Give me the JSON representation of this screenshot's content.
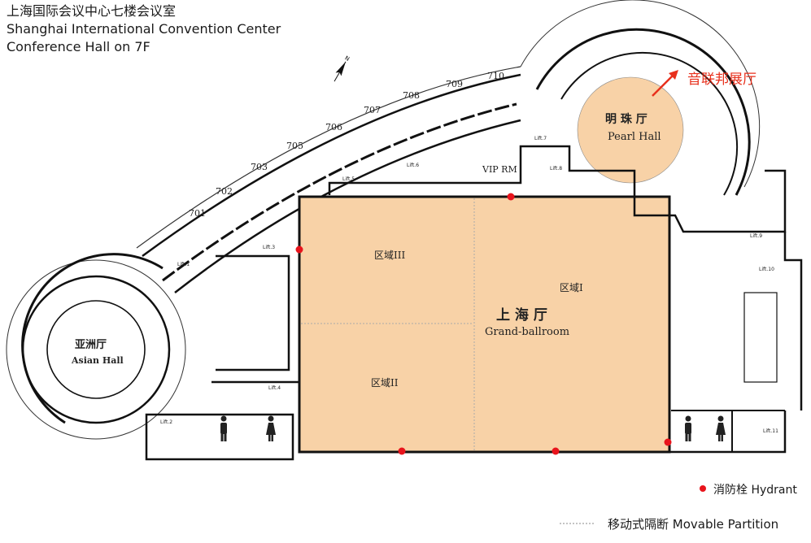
{
  "title": {
    "line1": "上海国际会议中心七楼会议室",
    "line2": "Shanghai International Convention Center",
    "line3": "Conference Hall on 7F"
  },
  "north": "N",
  "rooms": {
    "r701": "701",
    "r702": "702",
    "r703": "703",
    "r705": "705",
    "r706": "706",
    "r707": "707",
    "r708": "708",
    "r709": "709",
    "r710": "710",
    "vip": "VIP RM",
    "asian_cn": "亚洲厅",
    "asian_en": "Asian  Hall",
    "pearl_cn": "明 珠 厅",
    "pearl_en": "Pearl Hall",
    "grand_cn": "上 海 厅",
    "grand_en": "Grand-ballroom",
    "zone1": "区域I",
    "zone2": "区域II",
    "zone3": "区域III"
  },
  "lifts": {
    "lift1": "Lift.1",
    "lift2": "Lift.2",
    "lift3": "Lift.3",
    "lift4": "Lift.4",
    "lift5": "Lift.5",
    "lift6": "Lift.6",
    "lift7": "Lift.7",
    "lift8": "Lift.8",
    "lift9": "Lift.9",
    "lift10": "Lift.10",
    "lift11": "Lift.11"
  },
  "annotation": {
    "text": "音联邦展厅",
    "color": "#e8301c"
  },
  "legend": {
    "hydrant": "消防栓 Hydrant",
    "partition": "移动式隔断 Movable Partition"
  },
  "colors": {
    "hall_fill": "#f8d2a7",
    "hydrant": "#e8141c",
    "wall": "#111111"
  }
}
